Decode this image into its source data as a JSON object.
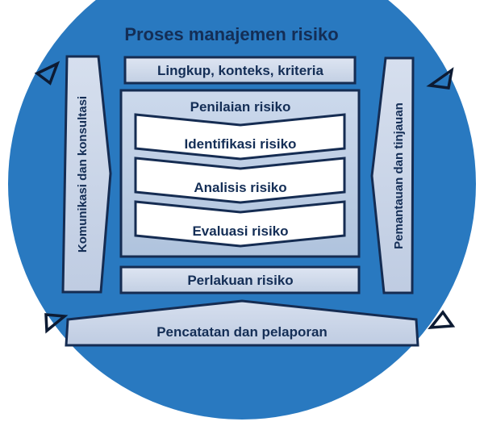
{
  "diagram": {
    "title": "Proses manajemen risiko",
    "left_bar": {
      "label": "Komunikasi dan konsultasi"
    },
    "right_bar": {
      "label": "Pemantauan dan tinjauan"
    },
    "boxes": {
      "scope": "Lingkup, konteks, kriteria",
      "assessment": "Penilaian risiko",
      "identification": "Identifikasi risiko",
      "analysis": "Analisis risiko",
      "evaluation": "Evaluasi risiko",
      "treatment": "Perlakuan risiko",
      "recording": "Pencatatan dan pelaporan"
    },
    "icons": [
      "arrowhead-top-left-icon",
      "arrowhead-top-right-icon",
      "arrowhead-bottom-left-icon",
      "arrowhead-bottom-right-icon"
    ],
    "colors": {
      "circle_blue": "#2979C0",
      "border_navy": "#152C52",
      "text_navy": "#142E56",
      "light_box_top": "#DEE5F2",
      "light_box_bottom": "#C2CFE3",
      "container_top": "#CCD9EC",
      "container_bottom": "#AFC3DD",
      "white_box": "#FFFFFF",
      "background": "#FFFFFF"
    }
  }
}
